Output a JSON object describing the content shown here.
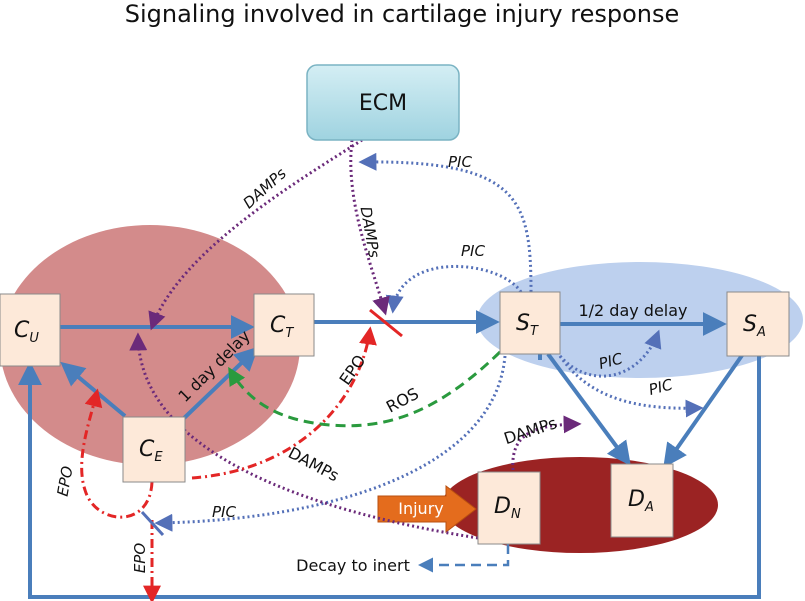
{
  "title": "Signaling involved in cartilage injury response",
  "colors": {
    "solid_arrow": "#4a7ebb",
    "dotted_blue": "#5470b8",
    "dotted_purple": "#6b2a7a",
    "dashdot_red": "#e32626",
    "dashed_green": "#2a9a3e",
    "left_ellipse": "#d38b8b",
    "right_ellipse": "#bdd0ee",
    "bottom_ellipse": "#9b2323",
    "ecm_box": "#b7e0ea",
    "node_box": "#fde9d9",
    "injury_arrow": "#e46c1d"
  },
  "nodes": {
    "ecm": {
      "label": "ECM"
    },
    "cu": {
      "main": "C",
      "sub": "U"
    },
    "ct": {
      "main": "C",
      "sub": "T"
    },
    "ce": {
      "main": "C",
      "sub": "E"
    },
    "st": {
      "main": "S",
      "sub": "T"
    },
    "sa": {
      "main": "S",
      "sub": "A"
    },
    "dn": {
      "main": "D",
      "sub": "N"
    },
    "da": {
      "main": "D",
      "sub": "A"
    }
  },
  "labels": {
    "damps_left": "DAMPs",
    "damps_mid": "DAMPs",
    "pic_top": "PIC",
    "pic_mid": "PIC",
    "half_day_delay": "1/2 day delay",
    "one_day_delay": "1 day delay",
    "epo_mid": "EPO",
    "ros": "ROS",
    "pic_st_1": "PIC",
    "pic_st_2": "PIC",
    "damps_dn": "DAMPs",
    "damps_lower": "DAMPs",
    "epo_left": "EPO",
    "pic_bottom": "PIC",
    "injury": "Injury",
    "epo_bottom": "EPO",
    "decay": "Decay to inert"
  }
}
